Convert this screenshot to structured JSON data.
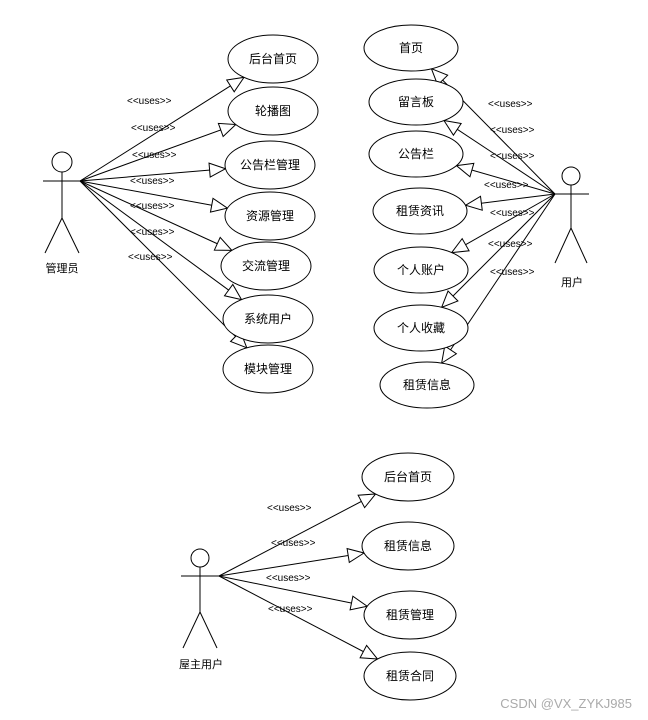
{
  "actors": {
    "admin": "管理员",
    "user": "用户",
    "landlord": "屋主用户"
  },
  "uses_label": "<<uses>>",
  "admin_usecases": [
    "后台首页",
    "轮播图",
    "公告栏管理",
    "资源管理",
    "交流管理",
    "系统用户",
    "模块管理"
  ],
  "user_usecases": [
    "首页",
    "留言板",
    "公告栏",
    "租赁资讯",
    "个人账户",
    "个人收藏",
    "租赁信息"
  ],
  "landlord_usecases": [
    "后台首页",
    "租赁信息",
    "租赁管理",
    "租赁合同"
  ],
  "watermark": "CSDN @VX_ZYKJ985"
}
